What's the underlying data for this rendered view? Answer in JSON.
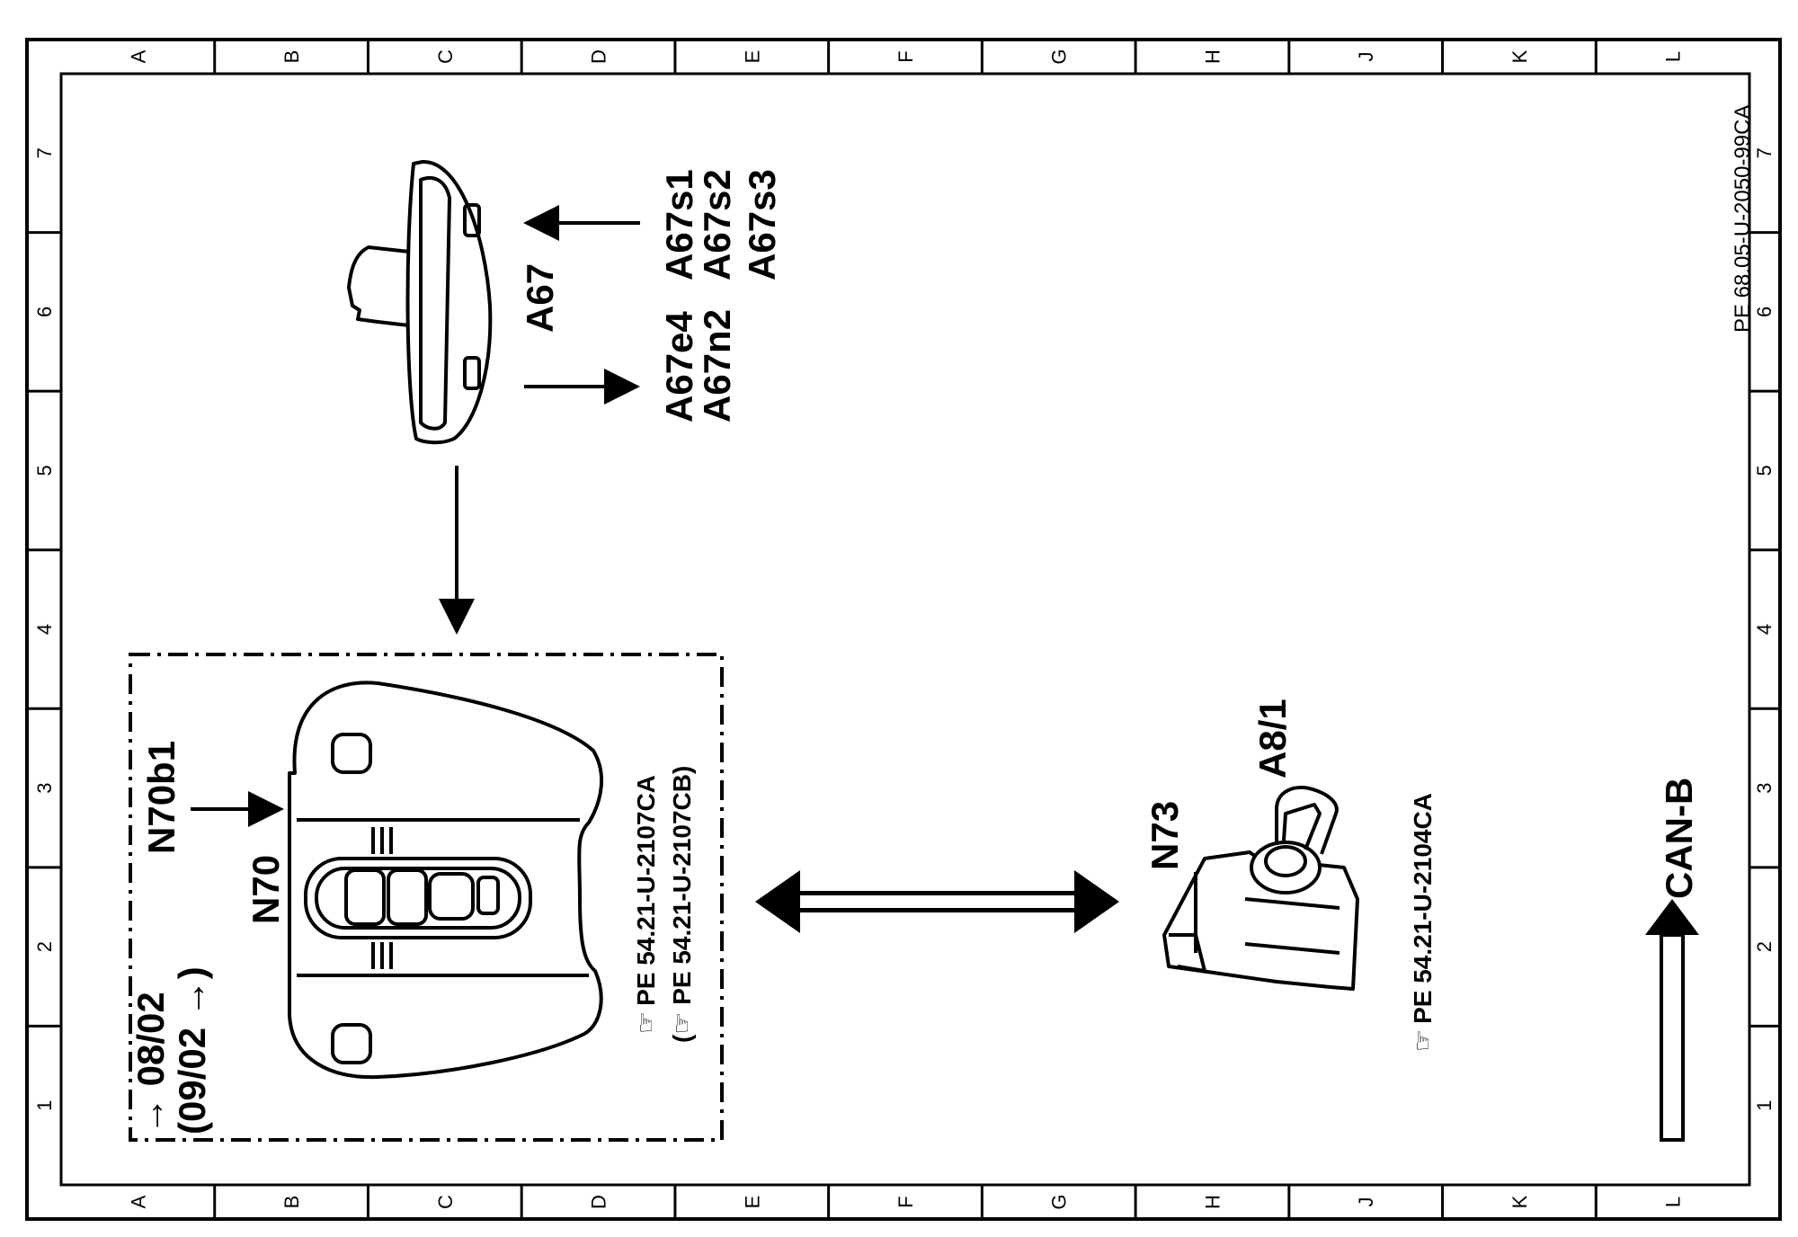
{
  "drawing": {
    "doc_number": "PE 68.05-U-2050-99CA",
    "columns": [
      "A",
      "B",
      "C",
      "D",
      "E",
      "F",
      "G",
      "H",
      "J",
      "K",
      "L"
    ],
    "rows": [
      "1",
      "2",
      "3",
      "4",
      "5",
      "6",
      "7"
    ]
  },
  "components": {
    "a67": {
      "label": "A67",
      "switches": [
        "A67s1",
        "A67s2",
        "A67s3"
      ],
      "elements": [
        "A67e4",
        "A67n2"
      ]
    },
    "n70": {
      "label": "N70",
      "sensor_label": "N70b1",
      "date_range_1": "→ 08/02",
      "date_range_2": "(09/02 →)",
      "ref_1": "PE  54.21-U-2107CA",
      "ref_2": "(☞ PE  54.21-U-2107CB)"
    },
    "n73": {
      "label": "N73",
      "key_label": "A8/1",
      "ref": "PE  54.21-U-2104CA"
    }
  },
  "bus": {
    "label": "CAN-B"
  },
  "icons": [
    "pointing-hand-icon",
    "arrow-icon"
  ]
}
